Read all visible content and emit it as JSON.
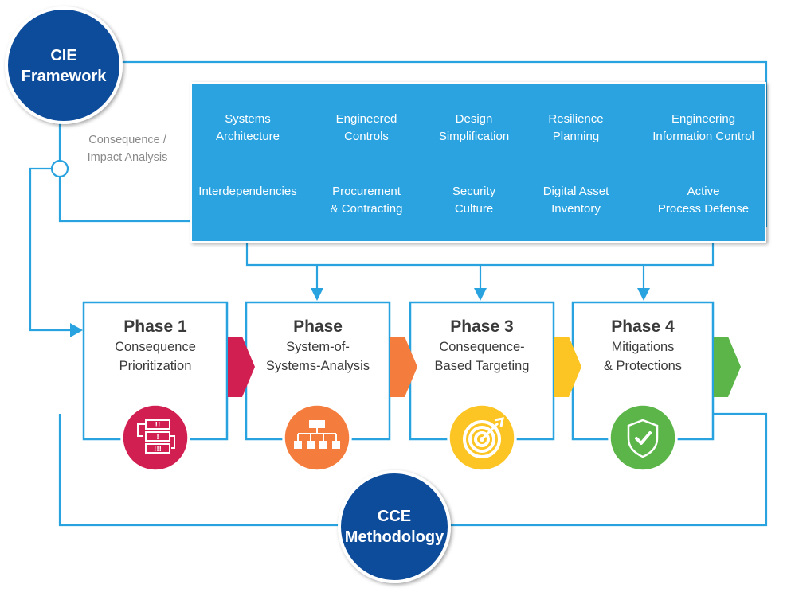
{
  "framework": {
    "line1": "CIE",
    "line2": "Framework"
  },
  "impact_label": {
    "line1": "Consequence /",
    "line2": "Impact Analysis"
  },
  "capabilities": [
    {
      "line1": "Systems",
      "line2": "Architecture"
    },
    {
      "line1": "Engineered",
      "line2": "Controls"
    },
    {
      "line1": "Design",
      "line2": "Simplification"
    },
    {
      "line1": "Resilience",
      "line2": "Planning"
    },
    {
      "line1": "Engineering",
      "line2": "Information Control"
    },
    {
      "line1": "Interdependencies",
      "line2": ""
    },
    {
      "line1": "Procurement",
      "line2": "& Contracting"
    },
    {
      "line1": "Security",
      "line2": "Culture"
    },
    {
      "line1": "Digital Asset",
      "line2": "Inventory"
    },
    {
      "line1": "Active",
      "line2": "Process Defense"
    }
  ],
  "phases": [
    {
      "title": "Phase 1",
      "line1": "Consequence",
      "line2": "Prioritization",
      "color": "#d21f52",
      "icon": "prioritization-icon"
    },
    {
      "title": "Phase",
      "line1": "System-of-",
      "line2": "Systems-Analysis",
      "color": "#f47c3c",
      "icon": "hierarchy-icon"
    },
    {
      "title": "Phase 3",
      "line1": "Consequence-",
      "line2": "Based Targeting",
      "color": "#fcc523",
      "icon": "target-icon"
    },
    {
      "title": "Phase 4",
      "line1": "Mitigations",
      "line2": "& Protections",
      "color": "#5bb548",
      "icon": "shield-check-icon"
    }
  ],
  "methodology": {
    "line1": "CCE",
    "line2": "Methodology"
  },
  "colors": {
    "panel": "#29a3e0",
    "line": "#29a3e0",
    "circle": "#0a4c9b",
    "icon_marks": "#ffffff"
  }
}
